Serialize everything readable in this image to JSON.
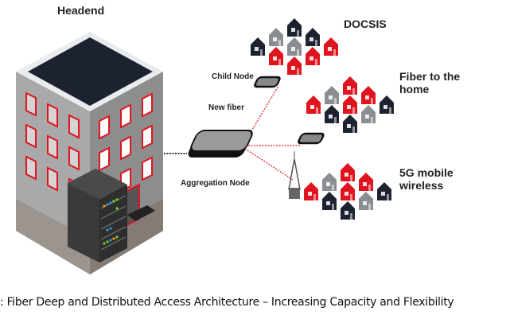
{
  "labels": {
    "headend": "Headend",
    "docsis": "DOCSIS",
    "child_node": "Child Node",
    "new_fiber": "New fiber",
    "aggregation_node": "Aggregation Node",
    "fiber_to_home_l1": "Fiber to the",
    "fiber_to_home_l2": "home",
    "mobile_l1": "5G mobile",
    "mobile_l2": "wireless"
  },
  "caption": ": Fiber Deep and Distributed Access Architecture – Increasing Capacity and Flexibility",
  "colors": {
    "red": "#e0141e",
    "dark": "#1c2230",
    "gray": "#8a8d92",
    "fiber": "#e8434b"
  },
  "clusters": [
    {
      "name": "docsis",
      "houses": [
        "dark",
        "gray",
        "dark",
        "dark",
        "gray",
        "red",
        "red",
        "red",
        "red"
      ]
    },
    {
      "name": "ftth",
      "houses": [
        "red",
        "gray",
        "red",
        "red",
        "red",
        "dark",
        "dark",
        "gray",
        "dark"
      ]
    },
    {
      "name": "5g",
      "houses": [
        "red",
        "gray",
        "red",
        "red",
        "red",
        "dark",
        "dark",
        "gray",
        "dark"
      ]
    }
  ]
}
